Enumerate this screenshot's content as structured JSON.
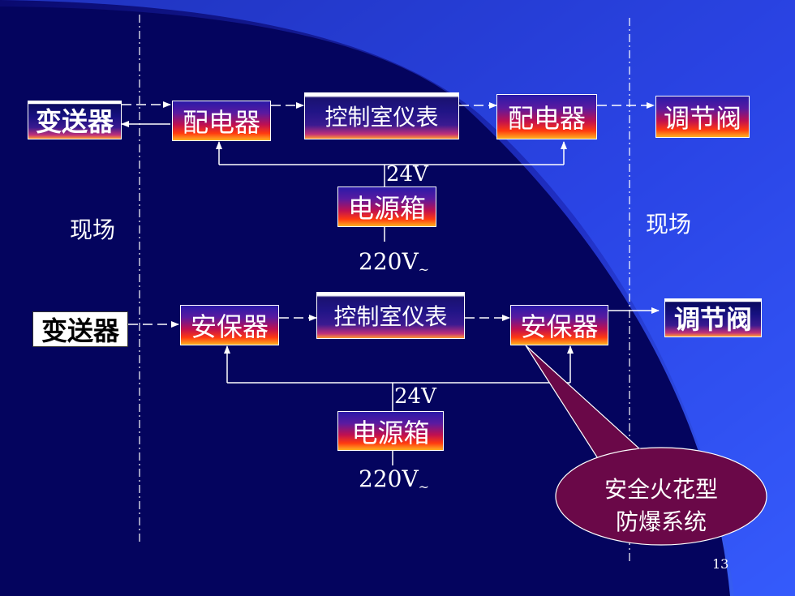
{
  "colors": {
    "background": "#04045e",
    "sweep": "#3355ff",
    "bubble": "#6a0848",
    "line": "#ffffff"
  },
  "loop1": {
    "transmitter": "变送器",
    "distributor_left": "配电器",
    "control_meter": "控制室仪表",
    "distributor_right": "配电器",
    "valve": "调节阀",
    "dc_voltage": "24V",
    "power_box": "电源箱",
    "ac_voltage": "220V",
    "ac_symbol": "~"
  },
  "loop2": {
    "transmitter": "变送器",
    "barrier_left": "安保器",
    "control_meter": "控制室仪表",
    "barrier_right": "安保器",
    "valve": "调节阀",
    "dc_voltage": "24V",
    "power_box": "电源箱",
    "ac_voltage": "220V",
    "ac_symbol": "~"
  },
  "zones": {
    "field_left": "现场",
    "field_right": "现场"
  },
  "callout": {
    "line1": "安全火花型",
    "line2": "防爆系统"
  },
  "page_number": "13"
}
